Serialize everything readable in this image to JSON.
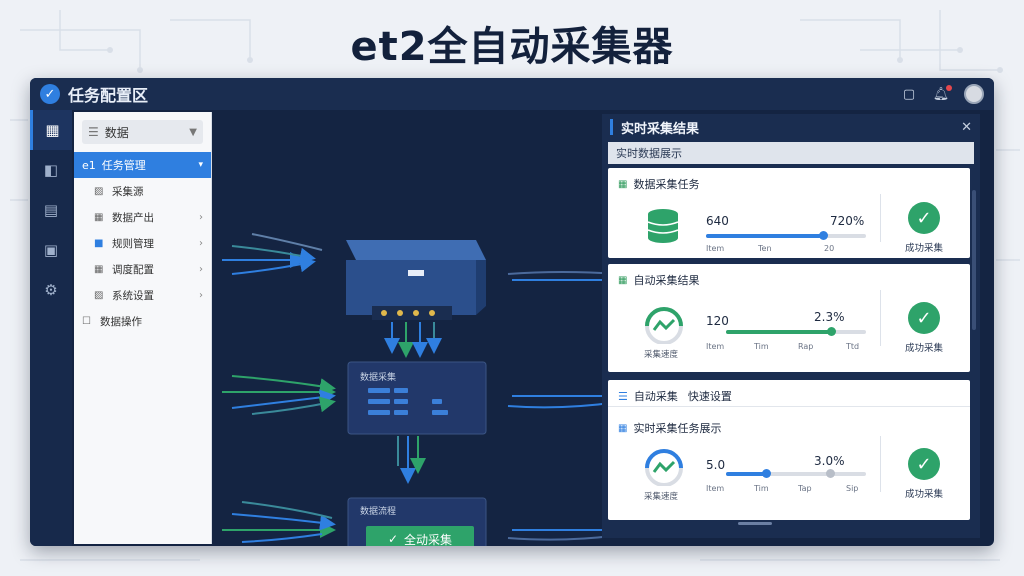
{
  "hero": {
    "title": "et2全自动采集器"
  },
  "titlebar": {
    "title": "任务配置区",
    "logo_icon": "check-circle-icon",
    "icons": [
      "window-icon",
      "bell-icon",
      "avatar"
    ],
    "notification_color": "#e5484d"
  },
  "rail": {
    "items": [
      {
        "icon": "dashboard-icon",
        "active": true
      },
      {
        "icon": "layers-icon",
        "active": false
      },
      {
        "icon": "document-icon",
        "active": false
      },
      {
        "icon": "box-icon",
        "active": false
      },
      {
        "icon": "gear-icon",
        "active": false
      }
    ]
  },
  "sidebar": {
    "search_label": "数据",
    "active_item": {
      "prefix": "e1",
      "label": "任务管理"
    },
    "items": [
      {
        "label": "采集源",
        "icon": "image-icon",
        "has_chevron": false
      },
      {
        "label": "数据产出",
        "icon": "grid-icon",
        "has_chevron": true
      },
      {
        "label": "规则管理",
        "icon": "square-icon",
        "has_chevron": true
      },
      {
        "label": "调度配置",
        "icon": "grid-icon",
        "has_chevron": true
      },
      {
        "label": "系统设置",
        "icon": "image-icon",
        "has_chevron": true
      }
    ],
    "footer_item": "数据操作"
  },
  "flow": {
    "node1_title": "数据采集",
    "node2_title": "数据流程",
    "start_button": "全动采集",
    "accent": "#2f7fe0",
    "green": "#2ea36a"
  },
  "panel": {
    "title": "实时采集结果",
    "subtitle": "实时数据展示",
    "cards": [
      {
        "title": "数据采集任务",
        "icon": "database-icon",
        "value": "640",
        "percent": "720%",
        "progress": 0.72,
        "ticks": [
          "Item",
          "Ten",
          "20"
        ],
        "status_label": "成功采集",
        "bar_color": "#2f7fe0"
      },
      {
        "title": "自动采集结果",
        "icon": "gauge-icon",
        "gauge_label": "采集速度",
        "value": "120",
        "percent": "2.3%",
        "progress": 0.75,
        "ticks": [
          "Item",
          "Tim",
          "Rap",
          "Ttd"
        ],
        "status_label": "成功采集",
        "bar_color": "#2ea36a"
      },
      {
        "title": "实时采集任务展示",
        "icon": "gauge-icon",
        "gauge_label": "采集速度",
        "value": "5.0",
        "percent": "3.0%",
        "progress": 0.28,
        "ticks": [
          "Item",
          "Tim",
          "Tap",
          "Sip"
        ],
        "status_label": "成功采集",
        "bar_color": "#2f7fe0"
      }
    ],
    "section_row": {
      "label": "自动采集",
      "link": "快速设置"
    }
  }
}
